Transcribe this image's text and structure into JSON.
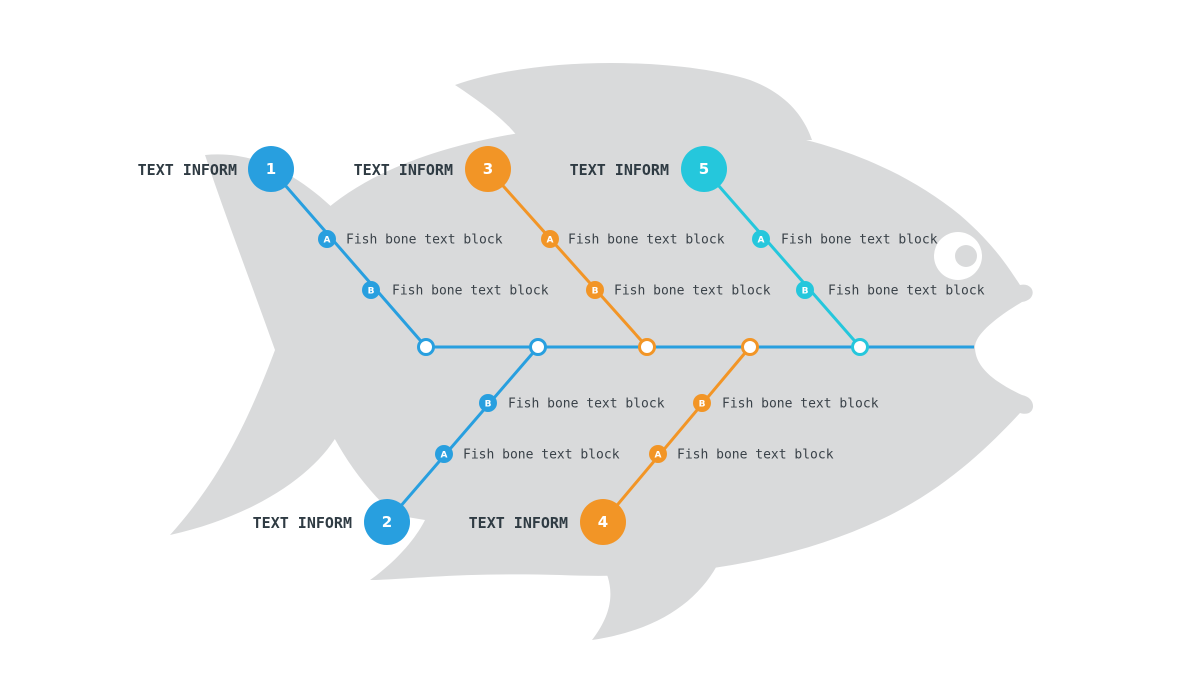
{
  "colors": {
    "body": "#d9dadb",
    "blue": "#289fdf",
    "orange": "#f29526",
    "cyan": "#25c7dc",
    "spine": "#289fdf",
    "text": "#2f3b43"
  },
  "causes": [
    {
      "number": "1",
      "label": "TEXT INFORM",
      "color": "blue",
      "subs": [
        {
          "letter": "A",
          "text": "Fish bone text block"
        },
        {
          "letter": "B",
          "text": "Fish bone text block"
        }
      ]
    },
    {
      "number": "2",
      "label": "TEXT INFORM",
      "color": "blue",
      "subs": [
        {
          "letter": "B",
          "text": "Fish bone text block"
        },
        {
          "letter": "A",
          "text": "Fish bone text block"
        }
      ]
    },
    {
      "number": "3",
      "label": "TEXT INFORM",
      "color": "orange",
      "subs": [
        {
          "letter": "A",
          "text": "Fish bone text block"
        },
        {
          "letter": "B",
          "text": "Fish bone text block"
        }
      ]
    },
    {
      "number": "4",
      "label": "TEXT INFORM",
      "color": "orange",
      "subs": [
        {
          "letter": "B",
          "text": "Fish bone text block"
        },
        {
          "letter": "A",
          "text": "Fish bone text block"
        }
      ]
    },
    {
      "number": "5",
      "label": "TEXT INFORM",
      "color": "cyan",
      "subs": [
        {
          "letter": "A",
          "text": "Fish bone text block"
        },
        {
          "letter": "B",
          "text": "Fish bone text block"
        }
      ]
    }
  ]
}
